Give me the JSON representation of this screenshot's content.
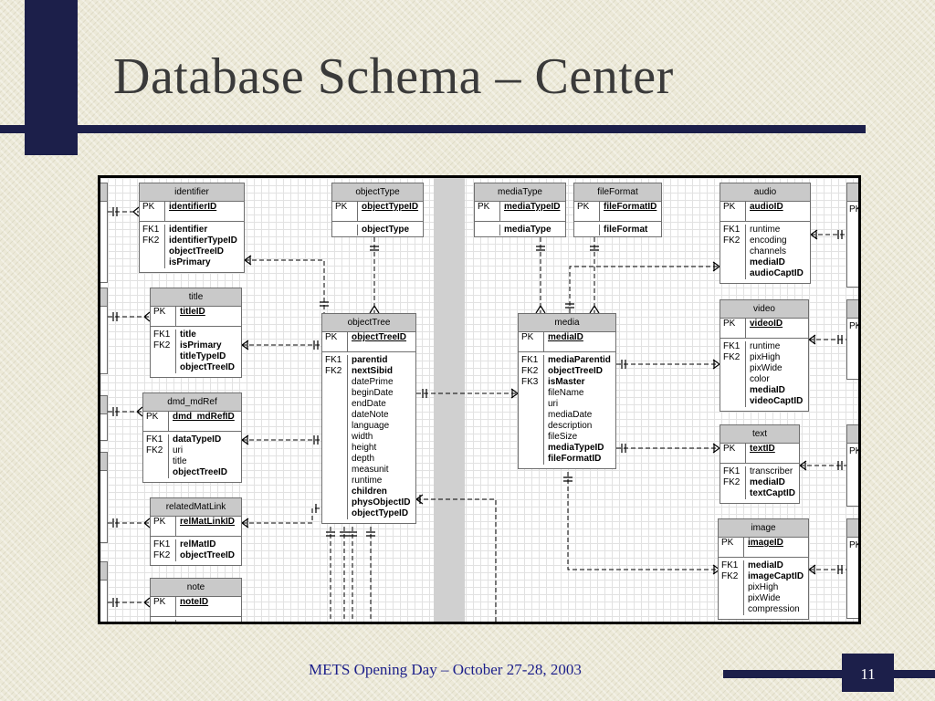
{
  "slide": {
    "title": "Database Schema – Center",
    "footer": "METS Opening Day – October 27-28, 2003",
    "page_number": "11",
    "colors": {
      "navy": "#1c1f4a",
      "footer_text": "#1c1f8a",
      "header_fill": "#c9c9c9"
    }
  },
  "entities": {
    "identifier": {
      "title": "identifier",
      "pk": {
        "key": "PK",
        "name": "identifierID"
      },
      "rows": [
        {
          "key": "",
          "name": "identifier",
          "bold": true
        },
        {
          "key": "FK1",
          "name": "identifierTypeID",
          "bold": true
        },
        {
          "key": "FK2",
          "name": "objectTreeID",
          "bold": true
        },
        {
          "key": "",
          "name": "isPrimary",
          "bold": true
        }
      ]
    },
    "title": {
      "title": "title",
      "pk": {
        "key": "PK",
        "name": "titleID"
      },
      "rows": [
        {
          "key": "",
          "name": "title",
          "bold": true
        },
        {
          "key": "",
          "name": "isPrimary",
          "bold": true
        },
        {
          "key": "FK1",
          "name": "titleTypeID",
          "bold": true
        },
        {
          "key": "FK2",
          "name": "objectTreeID",
          "bold": true
        }
      ]
    },
    "dmd_mdRef": {
      "title": "dmd_mdRef",
      "pk": {
        "key": "PK",
        "name": "dmd_mdRefID"
      },
      "rows": [
        {
          "key": "FK1",
          "name": "dataTypeID",
          "bold": true
        },
        {
          "key": "",
          "name": "uri",
          "bold": false
        },
        {
          "key": "",
          "name": "title",
          "bold": false
        },
        {
          "key": "FK2",
          "name": "objectTreeID",
          "bold": true
        }
      ]
    },
    "relatedMatLink": {
      "title": "relatedMatLink",
      "pk": {
        "key": "PK",
        "name": "relMatLinkID"
      },
      "rows": [
        {
          "key": "FK1",
          "name": "relMatID",
          "bold": true
        },
        {
          "key": "FK2",
          "name": "objectTreeID",
          "bold": true
        }
      ]
    },
    "note": {
      "title": "note",
      "pk": {
        "key": "PK",
        "name": "noteID"
      },
      "rows": []
    },
    "objectType": {
      "title": "objectType",
      "pk": {
        "key": "PK",
        "name": "objectTypeID"
      },
      "rows": [
        {
          "key": "",
          "name": "objectType",
          "bold": true
        }
      ]
    },
    "objectTree": {
      "title": "objectTree",
      "pk": {
        "key": "PK",
        "name": "objectTreeID"
      },
      "rows": [
        {
          "key": "",
          "name": "parentid",
          "bold": true
        },
        {
          "key": "",
          "name": "nextSibid",
          "bold": true
        },
        {
          "key": "",
          "name": "datePrime",
          "bold": false
        },
        {
          "key": "",
          "name": "beginDate",
          "bold": false
        },
        {
          "key": "",
          "name": "endDate",
          "bold": false
        },
        {
          "key": "",
          "name": "dateNote",
          "bold": false
        },
        {
          "key": "",
          "name": "language",
          "bold": false
        },
        {
          "key": "",
          "name": "width",
          "bold": false
        },
        {
          "key": "",
          "name": "height",
          "bold": false
        },
        {
          "key": "",
          "name": "depth",
          "bold": false
        },
        {
          "key": "",
          "name": "measunit",
          "bold": false
        },
        {
          "key": "",
          "name": "runtime",
          "bold": false
        },
        {
          "key": "",
          "name": "children",
          "bold": true
        },
        {
          "key": "FK1",
          "name": "physObjectID",
          "bold": true
        },
        {
          "key": "FK2",
          "name": "objectTypeID",
          "bold": true
        }
      ]
    },
    "mediaType": {
      "title": "mediaType",
      "pk": {
        "key": "PK",
        "name": "mediaTypeID"
      },
      "rows": [
        {
          "key": "",
          "name": "mediaType",
          "bold": true
        }
      ]
    },
    "fileFormat": {
      "title": "fileFormat",
      "pk": {
        "key": "PK",
        "name": "fileFormatID"
      },
      "rows": [
        {
          "key": "",
          "name": "fileFormat",
          "bold": true
        }
      ]
    },
    "media": {
      "title": "media",
      "pk": {
        "key": "PK",
        "name": "mediaID"
      },
      "rows": [
        {
          "key": "",
          "name": "mediaParentid",
          "bold": true
        },
        {
          "key": "FK1",
          "name": "objectTreeID",
          "bold": true
        },
        {
          "key": "",
          "name": "isMaster",
          "bold": true
        },
        {
          "key": "",
          "name": "fileName",
          "bold": false
        },
        {
          "key": "",
          "name": "uri",
          "bold": false
        },
        {
          "key": "",
          "name": "mediaDate",
          "bold": false
        },
        {
          "key": "",
          "name": "description",
          "bold": false
        },
        {
          "key": "",
          "name": "fileSize",
          "bold": false
        },
        {
          "key": "FK2",
          "name": "mediaTypeID",
          "bold": true
        },
        {
          "key": "FK3",
          "name": "fileFormatID",
          "bold": true
        }
      ]
    },
    "audio": {
      "title": "audio",
      "pk": {
        "key": "PK",
        "name": "audioID"
      },
      "rows": [
        {
          "key": "",
          "name": "runtime",
          "bold": false
        },
        {
          "key": "",
          "name": "encoding",
          "bold": false
        },
        {
          "key": "",
          "name": "channels",
          "bold": false
        },
        {
          "key": "FK1",
          "name": "mediaID",
          "bold": true
        },
        {
          "key": "FK2",
          "name": "audioCaptID",
          "bold": true
        }
      ]
    },
    "video": {
      "title": "video",
      "pk": {
        "key": "PK",
        "name": "videoID"
      },
      "rows": [
        {
          "key": "",
          "name": "runtime",
          "bold": false
        },
        {
          "key": "",
          "name": "pixHigh",
          "bold": false
        },
        {
          "key": "",
          "name": "pixWide",
          "bold": false
        },
        {
          "key": "",
          "name": "color",
          "bold": false
        },
        {
          "key": "FK1",
          "name": "mediaID",
          "bold": true
        },
        {
          "key": "FK2",
          "name": "videoCaptID",
          "bold": true
        }
      ]
    },
    "text": {
      "title": "text",
      "pk": {
        "key": "PK",
        "name": "textID"
      },
      "rows": [
        {
          "key": "",
          "name": "transcriber",
          "bold": false
        },
        {
          "key": "FK1",
          "name": "mediaID",
          "bold": true
        },
        {
          "key": "FK2",
          "name": "textCaptID",
          "bold": true
        }
      ]
    },
    "image": {
      "title": "image",
      "pk": {
        "key": "PK",
        "name": "imageID"
      },
      "rows": [
        {
          "key": "FK1",
          "name": "mediaID",
          "bold": true
        },
        {
          "key": "FK2",
          "name": "imageCaptID",
          "bold": true
        },
        {
          "key": "",
          "name": "pixHigh",
          "bold": false
        },
        {
          "key": "",
          "name": "pixWide",
          "bold": false
        },
        {
          "key": "",
          "name": "compression",
          "bold": false
        }
      ]
    }
  },
  "edge_stubs": {
    "right_pk": "PK"
  }
}
